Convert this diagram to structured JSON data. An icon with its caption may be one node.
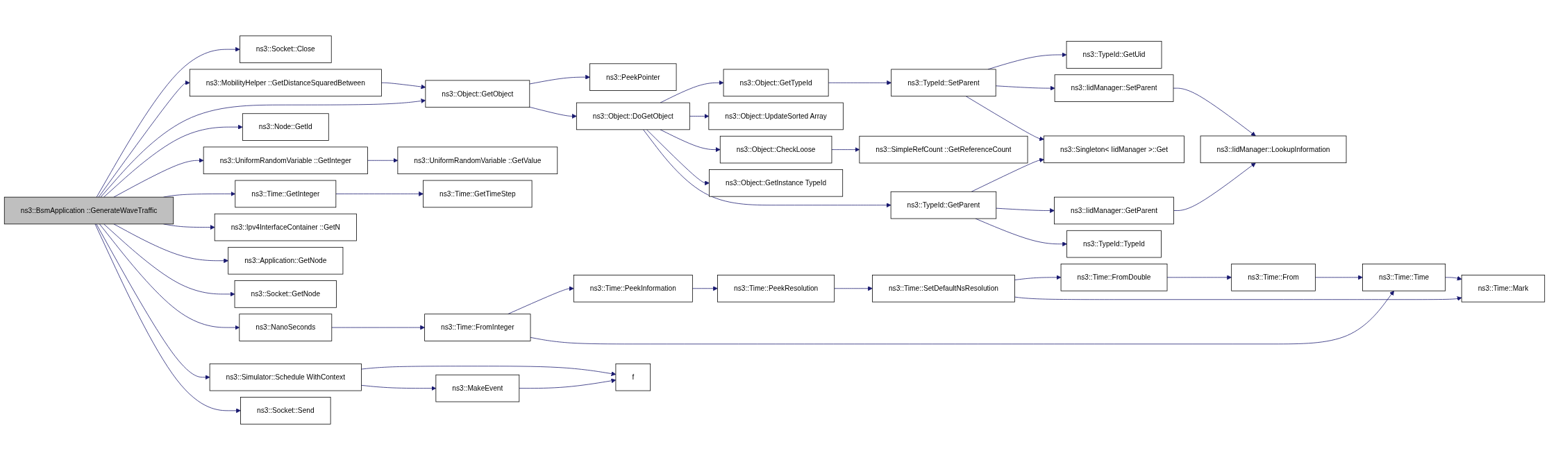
{
  "diagram": {
    "nodes": [
      {
        "text": [
          "ns3::BsmApplication ::GenerateWaveTraffic"
        ]
      },
      {
        "text": [
          "ns3::Socket::Close"
        ]
      },
      {
        "text": [
          "ns3::MobilityHelper ::GetDistanceSquaredBetween"
        ]
      },
      {
        "text": [
          "ns3::Object::GetObject"
        ]
      },
      {
        "text": [
          "ns3::Node::GetId"
        ]
      },
      {
        "text": [
          "ns3::UniformRandomVariable ::GetInteger"
        ]
      },
      {
        "text": [
          "ns3::Time::GetInteger"
        ]
      },
      {
        "text": [
          "ns3::Ipv4InterfaceContainer ::GetN"
        ]
      },
      {
        "text": [
          "ns3::Application::GetNode"
        ]
      },
      {
        "text": [
          "ns3::Socket::GetNode"
        ]
      },
      {
        "text": [
          "ns3::NanoSeconds"
        ]
      },
      {
        "text": [
          "ns3::Simulator::Schedule WithContext"
        ]
      },
      {
        "text": [
          "ns3::Socket::Send"
        ]
      },
      {
        "text": [
          "ns3::PeekPointer"
        ]
      },
      {
        "text": [
          "ns3::Object::DoGetObject"
        ]
      },
      {
        "text": [
          "ns3::UniformRandomVariable ::GetValue"
        ]
      },
      {
        "text": [
          "ns3::Time::GetTimeStep"
        ]
      },
      {
        "text": [
          "ns3::Time::FromInteger"
        ]
      },
      {
        "text": [
          "f"
        ]
      },
      {
        "text": [
          "ns3::MakeEvent"
        ]
      },
      {
        "text": [
          "ns3::Object::GetTypeId"
        ]
      },
      {
        "text": [
          "ns3::Object::UpdateSorted Array"
        ]
      },
      {
        "text": [
          "ns3::Object::CheckLoose"
        ]
      },
      {
        "text": [
          "ns3::Object::GetInstance TypeId"
        ]
      },
      {
        "text": [
          "ns3::TypeId::GetParent"
        ]
      },
      {
        "text": [
          "ns3::Time::PeekInformation"
        ]
      },
      {
        "text": [
          "ns3::TypeId::SetParent"
        ]
      },
      {
        "text": [
          "ns3::SimpleRefCount ::GetReferenceCount"
        ]
      },
      {
        "text": [
          "ns3::Time::PeekResolution"
        ]
      },
      {
        "text": [
          "ns3::TypeId::GetUid"
        ]
      },
      {
        "text": [
          "ns3::IidManager::SetParent"
        ]
      },
      {
        "text": [
          "ns3::Singleton< IidManager >::Get"
        ]
      },
      {
        "text": [
          "ns3::IidManager::GetParent"
        ]
      },
      {
        "text": [
          "ns3::TypeId::TypeId"
        ]
      },
      {
        "text": [
          "ns3::Time::SetDefaultNsResolution"
        ]
      },
      {
        "text": [
          "ns3::IidManager::LookupInformation"
        ]
      },
      {
        "text": [
          "ns3::Time::FromDouble"
        ]
      },
      {
        "text": [
          "ns3::Time::From"
        ]
      },
      {
        "text": [
          "ns3::Time::Time"
        ]
      },
      {
        "text": [
          "ns3::Time::Mark"
        ]
      }
    ],
    "edges": [
      {
        "from": 0,
        "to": 1,
        "arrow": "to"
      },
      {
        "from": 0,
        "to": 2,
        "arrow": "to"
      },
      {
        "from": 0,
        "to": 3,
        "arrow": "to"
      },
      {
        "from": 0,
        "to": 4,
        "arrow": "to"
      },
      {
        "from": 0,
        "to": 5,
        "arrow": "to"
      },
      {
        "from": 0,
        "to": 6,
        "arrow": "to"
      },
      {
        "from": 0,
        "to": 7,
        "arrow": "to"
      },
      {
        "from": 0,
        "to": 8,
        "arrow": "to"
      },
      {
        "from": 0,
        "to": 9,
        "arrow": "to"
      },
      {
        "from": 0,
        "to": 10,
        "arrow": "to"
      },
      {
        "from": 0,
        "to": 11,
        "arrow": "to"
      },
      {
        "from": 0,
        "to": 12,
        "arrow": "to"
      },
      {
        "from": 2,
        "to": 3,
        "arrow": "to"
      },
      {
        "from": 3,
        "to": 13,
        "arrow": "to"
      },
      {
        "from": 3,
        "to": 14,
        "arrow": "to"
      },
      {
        "from": 5,
        "to": 15,
        "arrow": "to"
      },
      {
        "from": 6,
        "to": 16,
        "arrow": "to"
      },
      {
        "from": 10,
        "to": 17,
        "arrow": "to"
      },
      {
        "from": 11,
        "to": 18,
        "arrow": "to"
      },
      {
        "from": 11,
        "to": 19,
        "arrow": "to"
      },
      {
        "from": 14,
        "to": 20,
        "arrow": "to"
      },
      {
        "from": 14,
        "to": 21,
        "arrow": "to"
      },
      {
        "from": 14,
        "to": 22,
        "arrow": "to"
      },
      {
        "from": 14,
        "to": 23,
        "arrow": "to"
      },
      {
        "from": 14,
        "to": 24,
        "arrow": "to"
      },
      {
        "from": 17,
        "to": 25,
        "arrow": "to"
      },
      {
        "from": 17,
        "to": 38,
        "arrow": "to"
      },
      {
        "from": 19,
        "to": 18,
        "arrow": "to"
      },
      {
        "from": 20,
        "to": 26,
        "arrow": "to"
      },
      {
        "from": 22,
        "to": 27,
        "arrow": "to"
      },
      {
        "from": 24,
        "to": 31,
        "arrow": "to"
      },
      {
        "from": 24,
        "to": 32,
        "arrow": "to"
      },
      {
        "from": 24,
        "to": 33,
        "arrow": "to"
      },
      {
        "from": 25,
        "to": 28,
        "arrow": "to"
      },
      {
        "from": 26,
        "to": 29,
        "arrow": "to"
      },
      {
        "from": 26,
        "to": 30,
        "arrow": "to"
      },
      {
        "from": 26,
        "to": 31,
        "arrow": "to"
      },
      {
        "from": 28,
        "to": 34,
        "arrow": "to"
      },
      {
        "from": 30,
        "to": 35,
        "arrow": "to"
      },
      {
        "from": 32,
        "to": 35,
        "arrow": "to"
      },
      {
        "from": 34,
        "to": 36,
        "arrow": "to"
      },
      {
        "from": 34,
        "to": 39,
        "arrow": "to"
      },
      {
        "from": 36,
        "to": 37,
        "arrow": "to"
      },
      {
        "from": 37,
        "to": 38,
        "arrow": "to"
      },
      {
        "from": 38,
        "to": 39,
        "arrow": "to"
      }
    ]
  }
}
